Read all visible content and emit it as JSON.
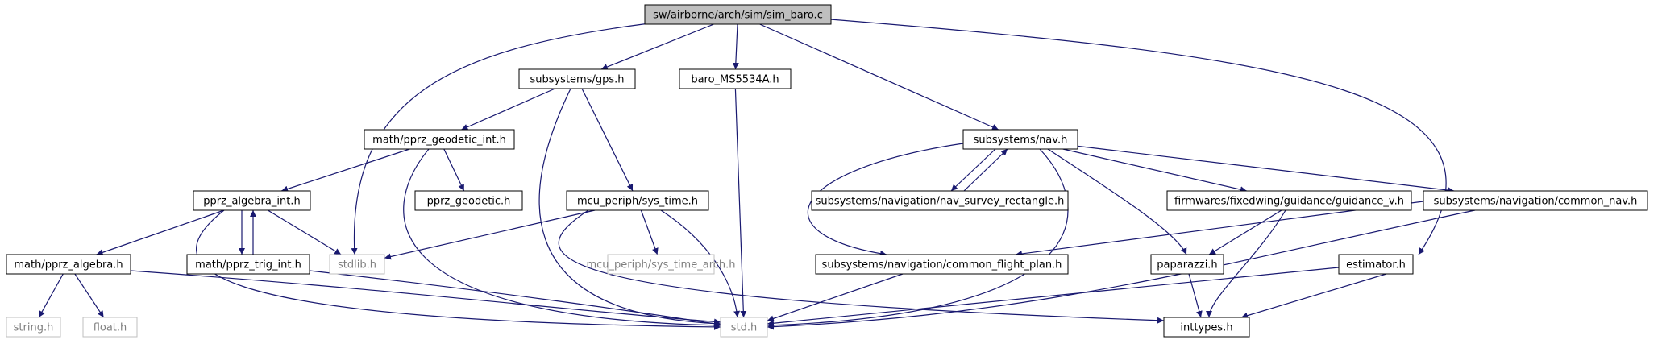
{
  "diagram": {
    "nodes": [
      {
        "id": "sim_baro",
        "label": "sw/airborne/arch/sim/sim_baro.c",
        "style": "root"
      },
      {
        "id": "gps",
        "label": "subsystems/gps.h",
        "style": "normal"
      },
      {
        "id": "baro_ms",
        "label": "baro_MS5534A.h",
        "style": "normal"
      },
      {
        "id": "nav",
        "label": "subsystems/nav.h",
        "style": "normal"
      },
      {
        "id": "pprz_geodetic_int",
        "label": "math/pprz_geodetic_int.h",
        "style": "normal"
      },
      {
        "id": "pprz_algebra_int",
        "label": "pprz_algebra_int.h",
        "style": "normal"
      },
      {
        "id": "pprz_geodetic",
        "label": "pprz_geodetic.h",
        "style": "normal"
      },
      {
        "id": "sys_time",
        "label": "mcu_periph/sys_time.h",
        "style": "normal"
      },
      {
        "id": "nav_survey",
        "label": "subsystems/navigation/nav_survey_rectangle.h",
        "style": "normal"
      },
      {
        "id": "guidance_v",
        "label": "firmwares/fixedwing/guidance/guidance_v.h",
        "style": "normal"
      },
      {
        "id": "common_nav",
        "label": "subsystems/navigation/common_nav.h",
        "style": "normal"
      },
      {
        "id": "pprz_algebra",
        "label": "math/pprz_algebra.h",
        "style": "normal"
      },
      {
        "id": "pprz_trig_int",
        "label": "math/pprz_trig_int.h",
        "style": "normal"
      },
      {
        "id": "stdlib",
        "label": "stdlib.h",
        "style": "external"
      },
      {
        "id": "sys_time_arch",
        "label": "mcu_periph/sys_time_arch.h",
        "style": "external"
      },
      {
        "id": "common_flight_plan",
        "label": "subsystems/navigation/common_flight_plan.h",
        "style": "normal"
      },
      {
        "id": "paparazzi",
        "label": "paparazzi.h",
        "style": "normal"
      },
      {
        "id": "estimator",
        "label": "estimator.h",
        "style": "normal"
      },
      {
        "id": "string",
        "label": "string.h",
        "style": "external"
      },
      {
        "id": "float",
        "label": "float.h",
        "style": "external"
      },
      {
        "id": "std",
        "label": "std.h",
        "style": "external"
      },
      {
        "id": "inttypes",
        "label": "inttypes.h",
        "style": "normal"
      }
    ],
    "edges": [
      {
        "from": "sim_baro",
        "to": "gps"
      },
      {
        "from": "sim_baro",
        "to": "baro_ms"
      },
      {
        "from": "sim_baro",
        "to": "nav"
      },
      {
        "from": "sim_baro",
        "to": "stdlib"
      },
      {
        "from": "sim_baro",
        "to": "estimator"
      },
      {
        "from": "gps",
        "to": "pprz_geodetic_int"
      },
      {
        "from": "gps",
        "to": "sys_time"
      },
      {
        "from": "gps",
        "to": "std"
      },
      {
        "from": "baro_ms",
        "to": "std"
      },
      {
        "from": "pprz_geodetic_int",
        "to": "pprz_algebra_int"
      },
      {
        "from": "pprz_geodetic_int",
        "to": "pprz_geodetic"
      },
      {
        "from": "pprz_geodetic_int",
        "to": "std"
      },
      {
        "from": "pprz_algebra_int",
        "to": "pprz_algebra"
      },
      {
        "from": "pprz_algebra_int",
        "to": "pprz_trig_int"
      },
      {
        "from": "pprz_algebra_int",
        "to": "stdlib"
      },
      {
        "from": "pprz_algebra_int",
        "to": "std"
      },
      {
        "from": "pprz_trig_int",
        "to": "pprz_algebra_int"
      },
      {
        "from": "pprz_trig_int",
        "to": "std"
      },
      {
        "from": "pprz_algebra",
        "to": "string"
      },
      {
        "from": "pprz_algebra",
        "to": "float"
      },
      {
        "from": "pprz_algebra",
        "to": "std"
      },
      {
        "from": "sys_time",
        "to": "stdlib"
      },
      {
        "from": "sys_time",
        "to": "sys_time_arch"
      },
      {
        "from": "sys_time",
        "to": "std"
      },
      {
        "from": "sys_time",
        "to": "inttypes"
      },
      {
        "from": "nav",
        "to": "nav_survey"
      },
      {
        "from": "nav_survey",
        "to": "nav"
      },
      {
        "from": "nav",
        "to": "guidance_v"
      },
      {
        "from": "nav",
        "to": "common_nav"
      },
      {
        "from": "nav",
        "to": "common_flight_plan"
      },
      {
        "from": "nav",
        "to": "paparazzi"
      },
      {
        "from": "nav",
        "to": "std"
      },
      {
        "from": "guidance_v",
        "to": "paparazzi"
      },
      {
        "from": "guidance_v",
        "to": "inttypes"
      },
      {
        "from": "common_nav",
        "to": "common_flight_plan"
      },
      {
        "from": "common_nav",
        "to": "std"
      },
      {
        "from": "common_flight_plan",
        "to": "std"
      },
      {
        "from": "paparazzi",
        "to": "inttypes"
      },
      {
        "from": "estimator",
        "to": "std"
      },
      {
        "from": "estimator",
        "to": "inttypes"
      }
    ]
  }
}
